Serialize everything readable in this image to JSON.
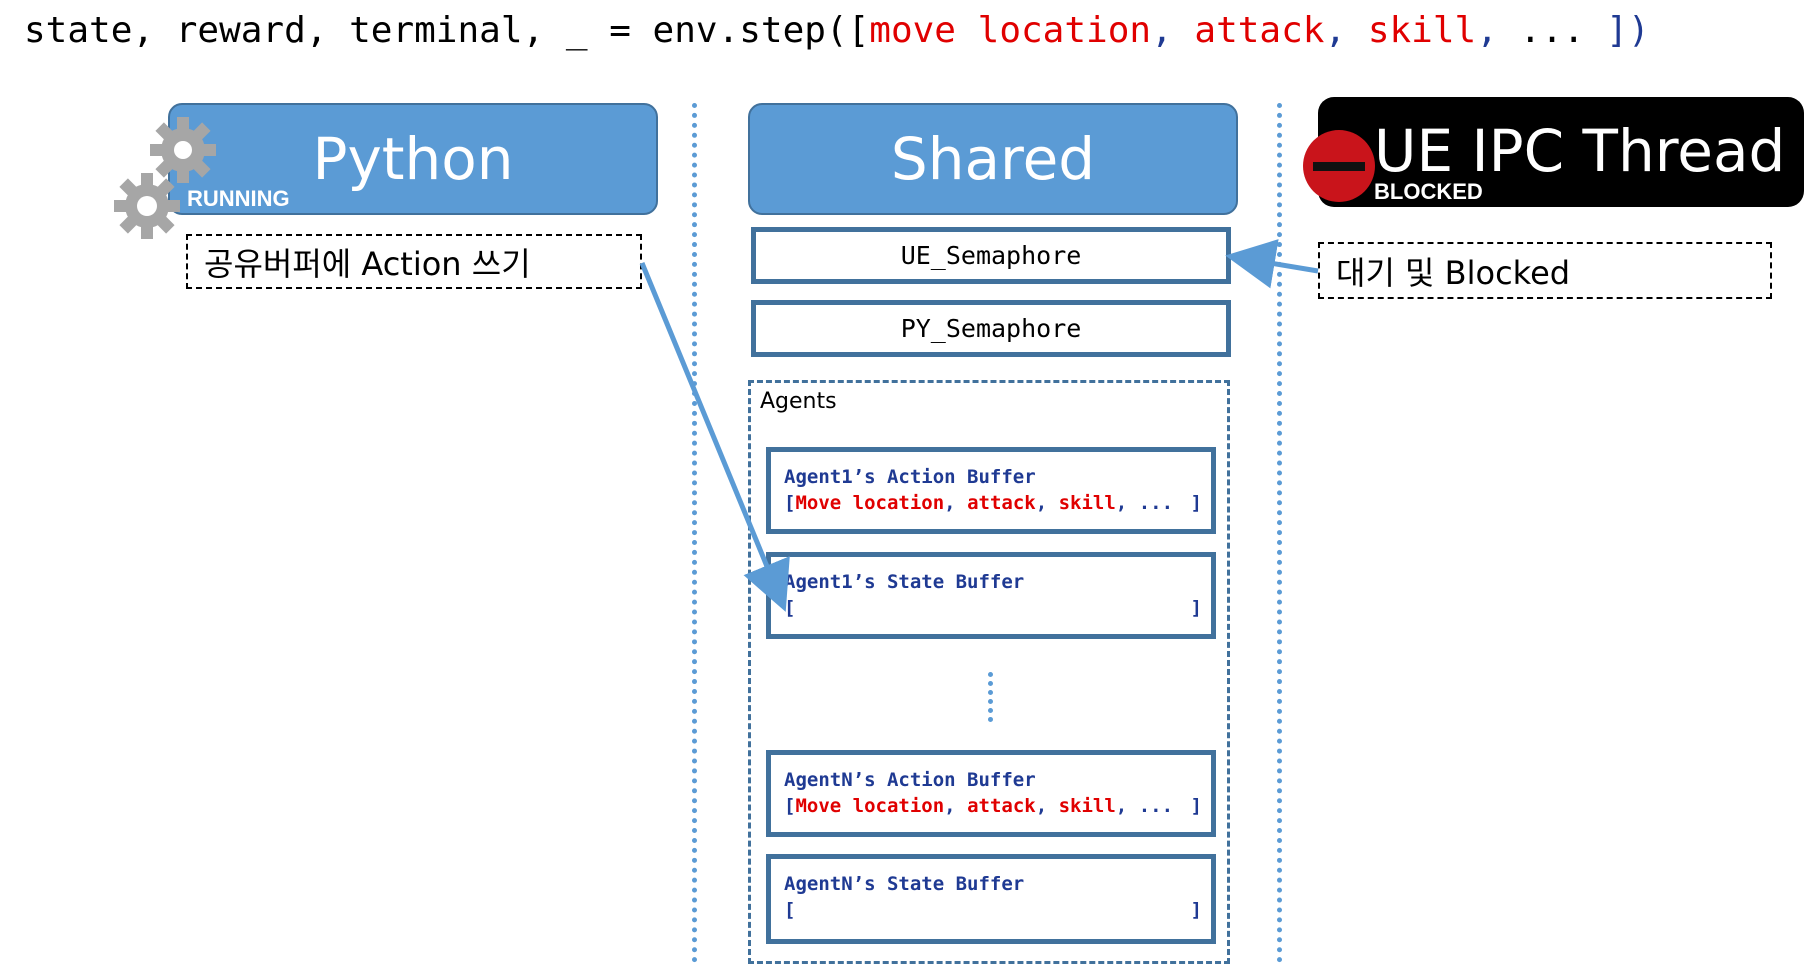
{
  "code": {
    "prefix": "state, reward, terminal, _ = env.step([",
    "args": [
      "move location",
      "attack",
      "skill",
      "..."
    ],
    "suffix": "])"
  },
  "python": {
    "title": "Python",
    "status": "RUNNING",
    "note": "공유버퍼에 Action 쓰기"
  },
  "shared": {
    "title": "Shared",
    "ue_semaphore": "UE_Semaphore",
    "py_semaphore": "PY_Semaphore",
    "agents_label": "Agents",
    "buffers": [
      {
        "title": "Agent1’s Action Buffer",
        "items": [
          "Move location",
          "attack",
          "skill",
          "..."
        ]
      },
      {
        "title": "Agent1’s State Buffer",
        "items": []
      },
      {
        "title": "AgentN’s Action Buffer",
        "items": [
          "Move location",
          "attack",
          "skill",
          "..."
        ]
      },
      {
        "title": "AgentN’s State Buffer",
        "items": []
      }
    ]
  },
  "ue": {
    "title": "UE IPC Thread",
    "status": "BLOCKED",
    "note": "대기 및 Blocked"
  },
  "colors": {
    "accent": "#5b9bd5",
    "border": "#41719c",
    "highlight": "#e00000",
    "code_punct": "#1f3a93",
    "stop": "#c9141b"
  }
}
